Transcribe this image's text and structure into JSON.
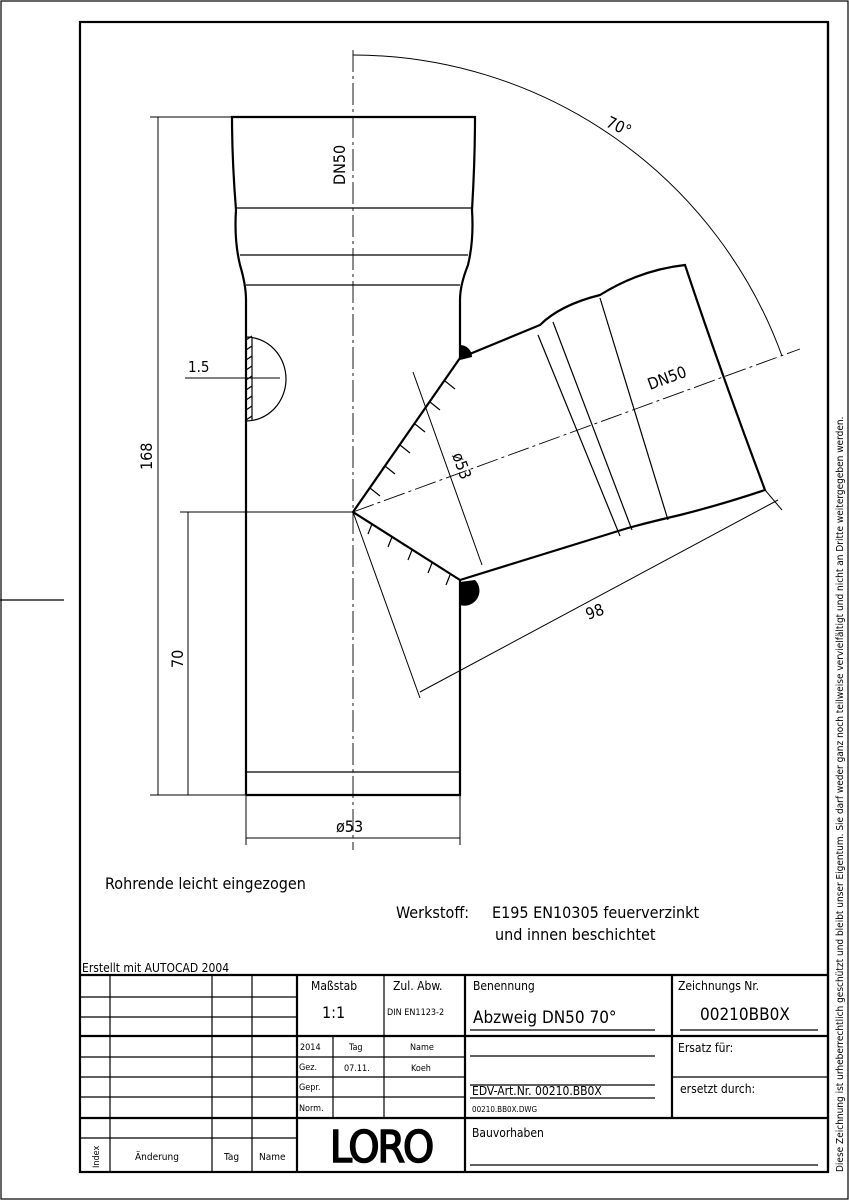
{
  "drawing": {
    "dim_height_total": "168",
    "dim_height_branch": "70",
    "dim_diameter_main": "ø53",
    "dim_diameter_branch": "ø53",
    "dim_branch_length": "98",
    "dim_wall": "1.5",
    "angle": "70°",
    "label_main": "DN50",
    "label_branch": "DN50"
  },
  "notes": {
    "pipe_end": "Rohrende leicht eingezogen",
    "material_label": "Werkstoff:",
    "material_line1": "E195  EN10305  feuerverzinkt",
    "material_line2": "und  innen  beschichtet",
    "created_with": "Erstellt mit AUTOCAD 2004"
  },
  "title_block": {
    "scale_label": "Maßstab",
    "scale_value": "1:1",
    "tolerance_label": "Zul. Abw.",
    "tolerance_value": "DIN EN1123-2",
    "name_label": "Benennung",
    "name_value": "Abzweig DN50 70°",
    "drawing_no_label": "Zeichnungs Nr.",
    "drawing_no_value": "00210BB0X",
    "year": "2014",
    "day_label": "Tag",
    "name_col_label": "Name",
    "drawn_label": "Gez.",
    "drawn_date": "07.11.",
    "drawn_by": "Koeh",
    "checked_label": "Gepr.",
    "norm_label": "Norm.",
    "replaces_label": "Ersatz für:",
    "replaced_by_label": "ersetzt durch:",
    "edv_art_nr": "EDV-Art.Nr. 00210.BB0X",
    "dwg_file": "00210.BB0X.DWG",
    "project_label": "Bauvorhaben",
    "logo": "LORO",
    "rev_index": "Index",
    "rev_change": "Änderung",
    "rev_day": "Tag",
    "rev_name": "Name"
  },
  "copyright": "Diese Zeichnung ist urheberrechtlich geschützt und bleibt unser Eigentum. Sie darf weder ganz noch teilweise vervielfältigt und nicht an Dritte weitergegeben werden."
}
